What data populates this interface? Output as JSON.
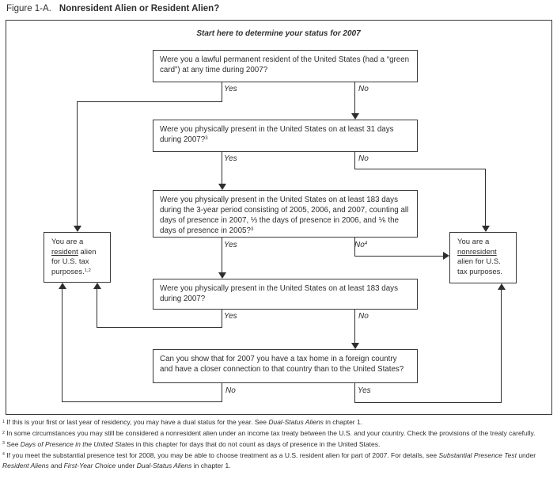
{
  "figure": {
    "label": "Figure 1-A.",
    "title": "Nonresident Alien or Resident Alien?"
  },
  "start_text": "Start here to determine your status for 2007",
  "colors": {
    "ink": "#2e2e2e",
    "background": "#ffffff",
    "border": "#3a3a3a"
  },
  "icons": {
    "arrow_down": "filled-triangle-down",
    "arrow_up": "filled-triangle-up",
    "arrow_right": "filled-triangle-right"
  },
  "labels": {
    "yes": "Yes",
    "no": "No",
    "no_footnoted": [
      {
        "t": "No"
      },
      {
        "t": "4",
        "s": "sup"
      }
    ]
  },
  "questions": [
    {
      "segments": [
        {
          "t": "Were you a lawful permanent resident of the United States (had a “green card”) at any time during 2007?"
        }
      ]
    },
    {
      "segments": [
        {
          "t": "Were you physically present in the United States on at least 31 days during 2007?"
        },
        {
          "t": "3",
          "s": "sup"
        }
      ]
    },
    {
      "segments": [
        {
          "t": "Were you physically present in the United States on at least 183 days during the 3-year period consisting of 2005, 2006, and 2007, counting all days of presence in 2007, ⅓ the days of presence in 2006, and ⅙ the days of presence in 2005?"
        },
        {
          "t": "3",
          "s": "sup"
        }
      ]
    },
    {
      "segments": [
        {
          "t": "Were you physically present in the United States on at least 183 days during 2007?"
        }
      ]
    },
    {
      "segments": [
        {
          "t": "Can you show that for 2007 you have a tax home in a foreign country and have a closer connection to that country than to the United States?"
        }
      ]
    }
  ],
  "results": {
    "resident": {
      "segments": [
        {
          "t": "You are a "
        },
        {
          "t": "resident",
          "s": "u"
        },
        {
          "t": " alien for U.S. tax purposes."
        },
        {
          "t": "1,2",
          "s": "sup"
        }
      ]
    },
    "nonresident": {
      "segments": [
        {
          "t": "You are a "
        },
        {
          "t": "nonresident",
          "s": "u"
        },
        {
          "t": " alien for U.S. tax purposes."
        }
      ]
    }
  },
  "footnotes": [
    {
      "segments": [
        {
          "t": "1",
          "s": "sup"
        },
        {
          "t": " If this is your first or last year of residency, you may have a dual status for the year. See "
        },
        {
          "t": "Dual-Status Aliens",
          "s": "i"
        },
        {
          "t": " in chapter 1."
        }
      ]
    },
    {
      "segments": [
        {
          "t": "2",
          "s": "sup"
        },
        {
          "t": " In some circumstances you may still be considered a nonresident alien under an income tax treaty between the U.S. and your country. Check the provisions of the treaty carefully."
        }
      ]
    },
    {
      "segments": [
        {
          "t": "3",
          "s": "sup"
        },
        {
          "t": " See "
        },
        {
          "t": "Days of Presence in the United States",
          "s": "i"
        },
        {
          "t": " in this chapter for days that do not count as days of presence in the United States."
        }
      ]
    },
    {
      "segments": [
        {
          "t": "4",
          "s": "sup"
        },
        {
          "t": " If you meet the substantial presence test for 2008, you may be able to choose treatment as a U.S. resident alien for part of 2007. For details, see "
        },
        {
          "t": "Substantial Presence Test",
          "s": "i"
        },
        {
          "t": " under "
        },
        {
          "t": "Resident Aliens",
          "s": "i"
        },
        {
          "t": " and "
        },
        {
          "t": "First-Year Choice",
          "s": "i"
        },
        {
          "t": " under "
        },
        {
          "t": "Dual-Status Aliens",
          "s": "i"
        },
        {
          "t": " in chapter 1."
        }
      ]
    }
  ]
}
